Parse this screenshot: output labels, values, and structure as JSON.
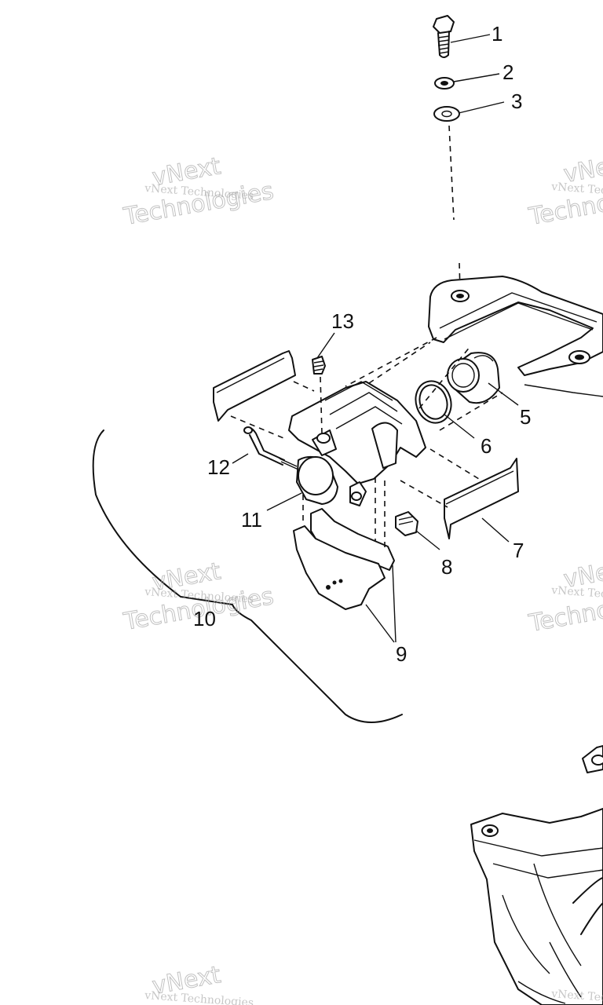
{
  "watermark": {
    "line_small": "vNext Technologies",
    "line_big_1": "vNext",
    "line_big_2": "Technologies"
  },
  "callouts": [
    {
      "id": "1",
      "label": "1"
    },
    {
      "id": "2",
      "label": "2"
    },
    {
      "id": "3",
      "label": "3"
    },
    {
      "id": "5",
      "label": "5"
    },
    {
      "id": "6",
      "label": "6"
    },
    {
      "id": "7",
      "label": "7"
    },
    {
      "id": "8",
      "label": "8"
    },
    {
      "id": "9",
      "label": "9"
    },
    {
      "id": "10",
      "label": "10"
    },
    {
      "id": "11",
      "label": "11"
    },
    {
      "id": "12",
      "label": "12"
    },
    {
      "id": "13",
      "label": "13"
    }
  ]
}
